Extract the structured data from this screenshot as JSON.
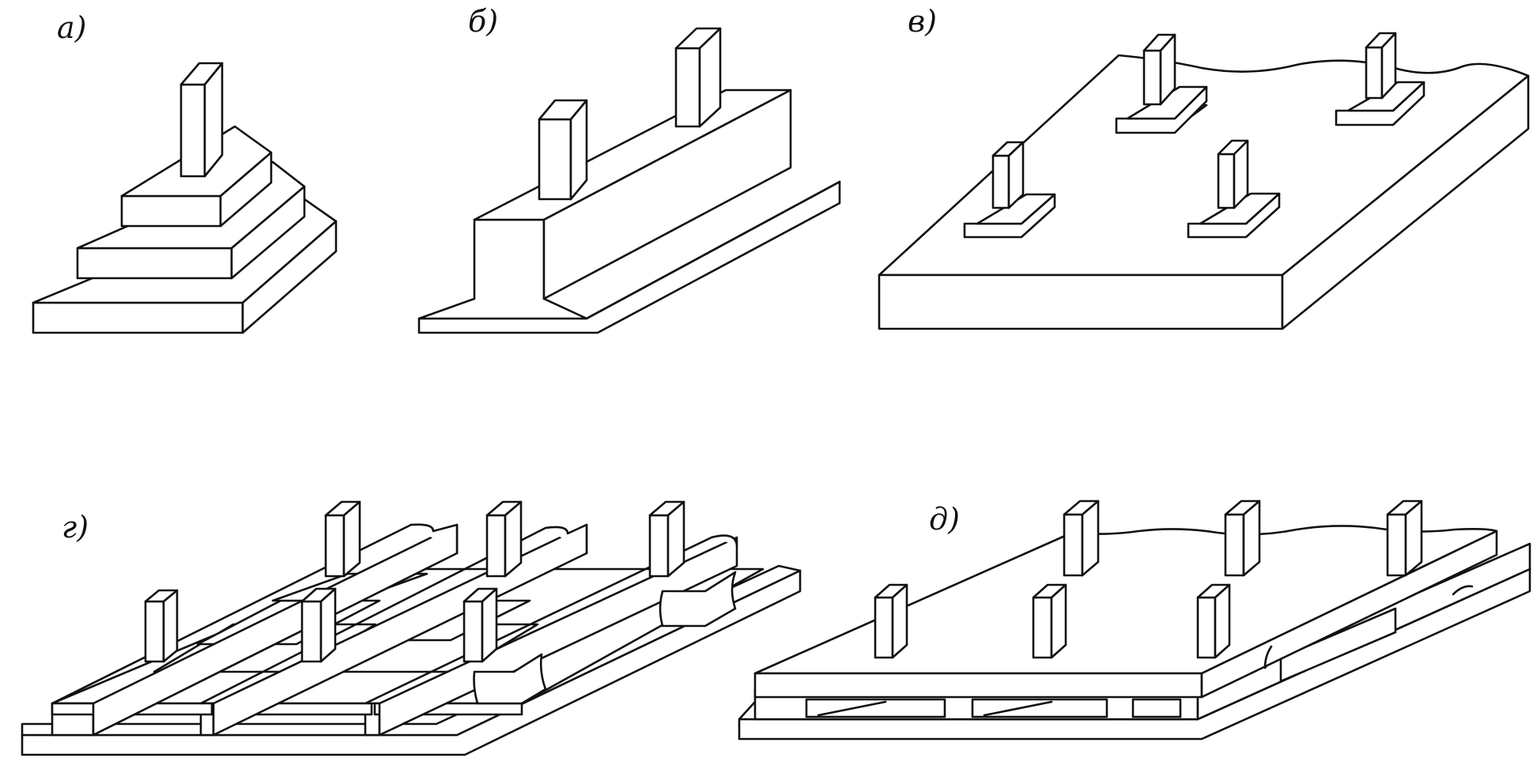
{
  "labels": {
    "a": "а)",
    "b": "б)",
    "v": "в)",
    "g": "г)",
    "d": "д)"
  }
}
